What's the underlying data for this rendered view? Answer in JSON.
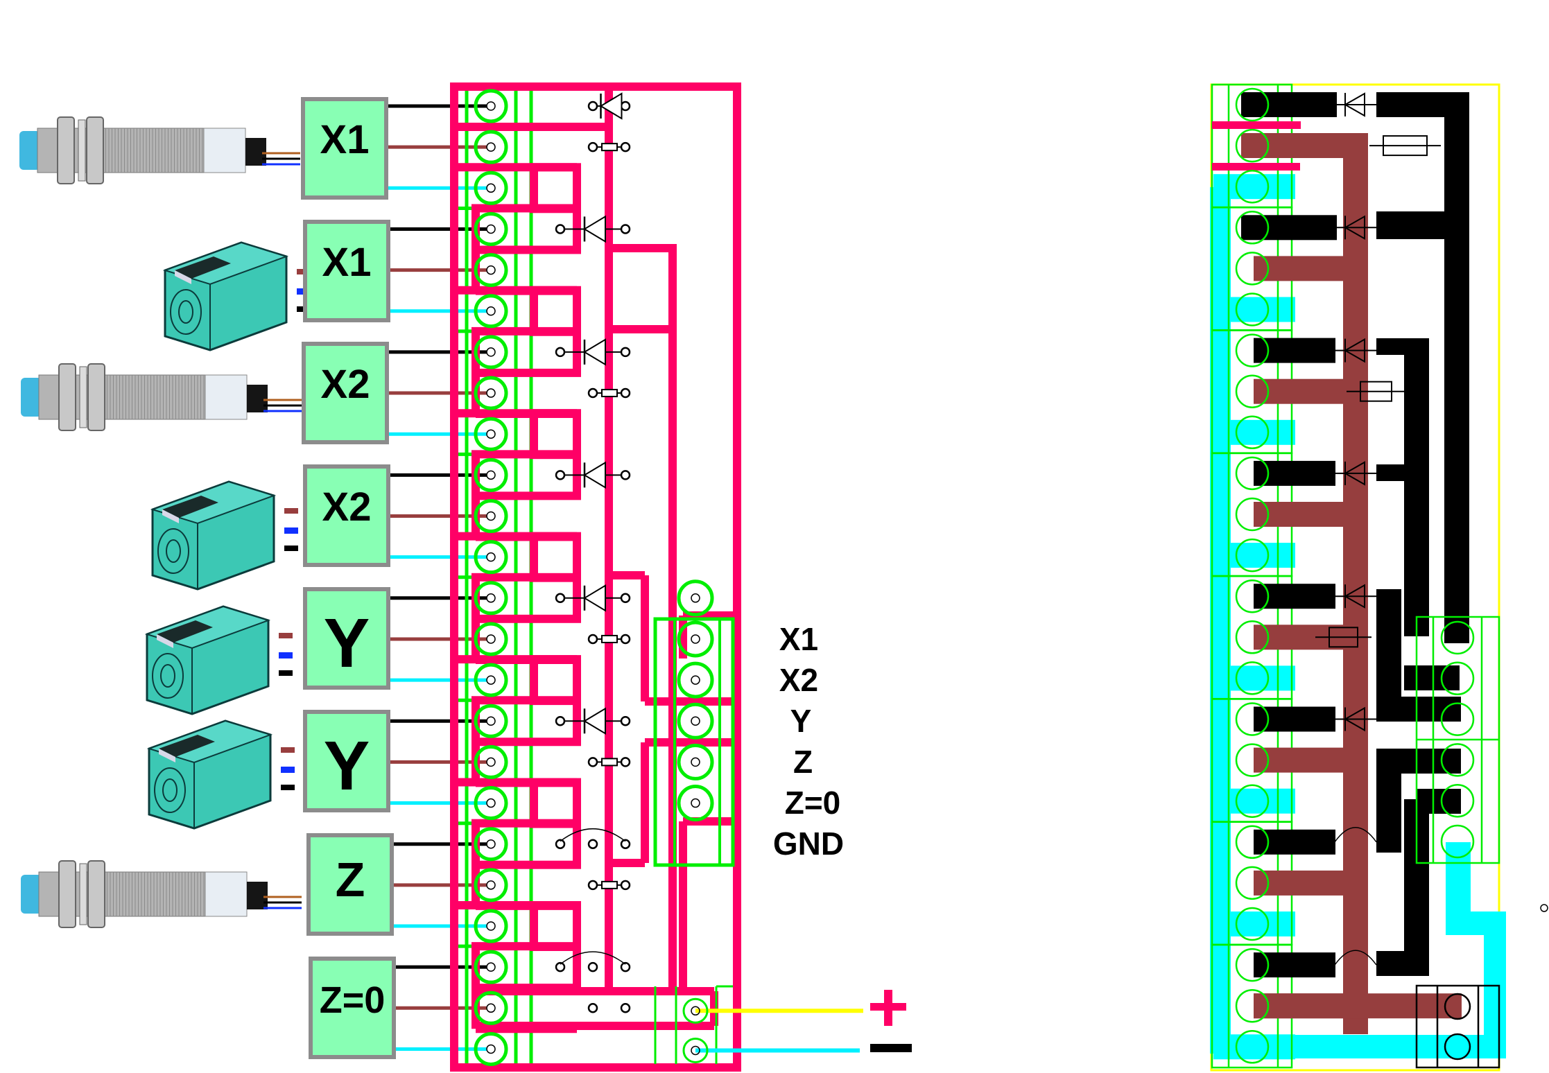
{
  "colors": {
    "pink_trace": "#ff0066",
    "green_outline": "#00ee00",
    "sensor_box_fill": "#88ffb4",
    "sensor_box_border": "#8c8c8c",
    "wire_black": "#000000",
    "wire_brown": "#983e3e",
    "wire_cyan": "#00f0ff",
    "wire_yellow": "#ffff00",
    "pcb_brown": "#963e3e",
    "pcb_black": "#000000",
    "pcb_cyan": "#00ffff",
    "pcb_outline": "#ffff00",
    "sensor_teal": "#3cc8b4",
    "sensor_cap_blue": "#40b8e0"
  },
  "sensors": [
    {
      "label": "X1",
      "type": "cylindrical"
    },
    {
      "label": "X1",
      "type": "block"
    },
    {
      "label": "X2",
      "type": "cylindrical"
    },
    {
      "label": "X2",
      "type": "block"
    },
    {
      "label": "Y",
      "type": "block"
    },
    {
      "label": "Y",
      "type": "block"
    },
    {
      "label": "Z",
      "type": "cylindrical"
    },
    {
      "label": "Z=0",
      "type": "none"
    }
  ],
  "schematic_row_components": [
    "diode",
    "resistor",
    "none",
    "diode",
    "none",
    "none",
    "diode",
    "resistor",
    "none",
    "diode",
    "none",
    "none",
    "diode",
    "resistor",
    "none",
    "diode",
    "resistor",
    "none",
    "jumper",
    "resistor",
    "none",
    "jumper",
    "pads",
    "none"
  ],
  "output_labels": [
    "X1",
    "X2",
    "Y",
    "Z",
    "Z=0",
    "GND"
  ],
  "power": {
    "plus_label": "+",
    "minus_label": "−"
  }
}
